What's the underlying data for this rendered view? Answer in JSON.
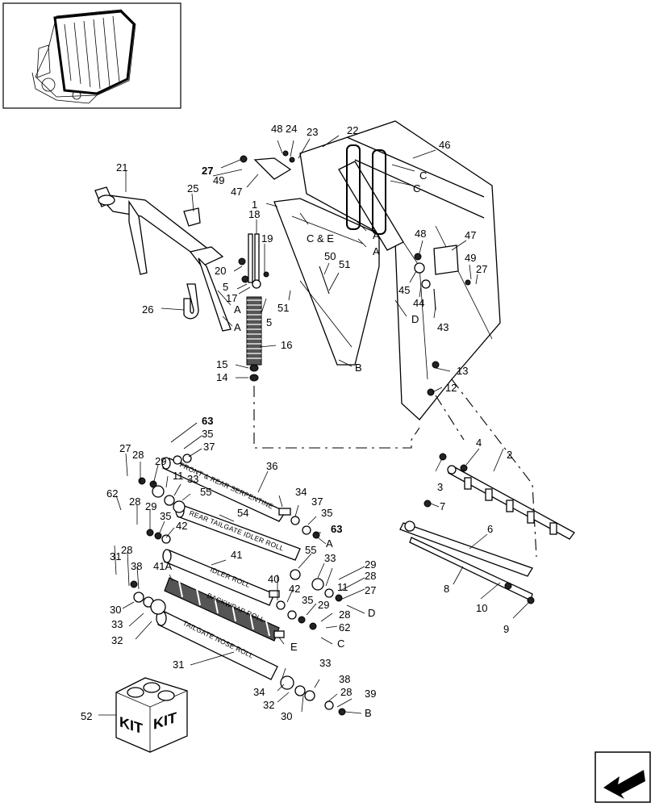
{
  "callouts": [
    {
      "id": "c1",
      "text": "1"
    },
    {
      "id": "c2",
      "text": "2"
    },
    {
      "id": "c3",
      "text": "3"
    },
    {
      "id": "c4",
      "text": "4"
    },
    {
      "id": "c5a",
      "text": "5"
    },
    {
      "id": "c5b",
      "text": "5"
    },
    {
      "id": "c6",
      "text": "6"
    },
    {
      "id": "c7",
      "text": "7"
    },
    {
      "id": "c8",
      "text": "8"
    },
    {
      "id": "c9",
      "text": "9"
    },
    {
      "id": "c10",
      "text": "10"
    },
    {
      "id": "c11a",
      "text": "11"
    },
    {
      "id": "c11b",
      "text": "11"
    },
    {
      "id": "c12",
      "text": "12"
    },
    {
      "id": "c13",
      "text": "13"
    },
    {
      "id": "c14",
      "text": "14"
    },
    {
      "id": "c15",
      "text": "15"
    },
    {
      "id": "c16",
      "text": "16"
    },
    {
      "id": "c17",
      "text": "17"
    },
    {
      "id": "c18",
      "text": "18"
    },
    {
      "id": "c19",
      "text": "19"
    },
    {
      "id": "c20",
      "text": "20"
    },
    {
      "id": "c21",
      "text": "21"
    },
    {
      "id": "c22",
      "text": "22"
    },
    {
      "id": "c23",
      "text": "23"
    },
    {
      "id": "c24",
      "text": "24"
    },
    {
      "id": "c25",
      "text": "25"
    },
    {
      "id": "c26",
      "text": "26"
    },
    {
      "id": "c27a",
      "text": "27"
    },
    {
      "id": "c27b",
      "text": "27"
    },
    {
      "id": "c27c",
      "text": "27"
    },
    {
      "id": "c27d",
      "text": "27"
    },
    {
      "id": "c28a",
      "text": "28"
    },
    {
      "id": "c28b",
      "text": "28"
    },
    {
      "id": "c28c",
      "text": "28"
    },
    {
      "id": "c28d",
      "text": "28"
    },
    {
      "id": "c28e",
      "text": "28"
    },
    {
      "id": "c28f",
      "text": "28"
    },
    {
      "id": "c29a",
      "text": "29"
    },
    {
      "id": "c29b",
      "text": "29"
    },
    {
      "id": "c29c",
      "text": "29"
    },
    {
      "id": "c29d",
      "text": "29"
    },
    {
      "id": "c30a",
      "text": "30"
    },
    {
      "id": "c30b",
      "text": "30"
    },
    {
      "id": "c31a",
      "text": "31"
    },
    {
      "id": "c31b",
      "text": "31"
    },
    {
      "id": "c32a",
      "text": "32"
    },
    {
      "id": "c32b",
      "text": "32"
    },
    {
      "id": "c33a",
      "text": "33"
    },
    {
      "id": "c33b",
      "text": "33"
    },
    {
      "id": "c33c",
      "text": "33"
    },
    {
      "id": "c33d",
      "text": "33"
    },
    {
      "id": "c34a",
      "text": "34"
    },
    {
      "id": "c34b",
      "text": "34"
    },
    {
      "id": "c35a",
      "text": "35"
    },
    {
      "id": "c35b",
      "text": "35"
    },
    {
      "id": "c35c",
      "text": "35"
    },
    {
      "id": "c35d",
      "text": "35"
    },
    {
      "id": "c36",
      "text": "36"
    },
    {
      "id": "c37a",
      "text": "37"
    },
    {
      "id": "c37b",
      "text": "37"
    },
    {
      "id": "c38a",
      "text": "38"
    },
    {
      "id": "c38b",
      "text": "38"
    },
    {
      "id": "c39",
      "text": "39"
    },
    {
      "id": "c40",
      "text": "40"
    },
    {
      "id": "c41",
      "text": "41"
    },
    {
      "id": "c41A",
      "text": "41A"
    },
    {
      "id": "c42a",
      "text": "42"
    },
    {
      "id": "c42b",
      "text": "42"
    },
    {
      "id": "c43",
      "text": "43"
    },
    {
      "id": "c44",
      "text": "44"
    },
    {
      "id": "c45",
      "text": "45"
    },
    {
      "id": "c46",
      "text": "46"
    },
    {
      "id": "c47a",
      "text": "47"
    },
    {
      "id": "c47b",
      "text": "47"
    },
    {
      "id": "c48a",
      "text": "48"
    },
    {
      "id": "c48b",
      "text": "48"
    },
    {
      "id": "c49a",
      "text": "49"
    },
    {
      "id": "c49b",
      "text": "49"
    },
    {
      "id": "c50",
      "text": "50"
    },
    {
      "id": "c51a",
      "text": "51"
    },
    {
      "id": "c51b",
      "text": "51"
    },
    {
      "id": "c52",
      "text": "52"
    },
    {
      "id": "c54",
      "text": "54"
    },
    {
      "id": "c55a",
      "text": "55"
    },
    {
      "id": "c55b",
      "text": "55"
    },
    {
      "id": "c62a",
      "text": "62"
    },
    {
      "id": "c62b",
      "text": "62"
    },
    {
      "id": "c63a",
      "text": "63"
    },
    {
      "id": "c63b",
      "text": "63"
    }
  ],
  "reference_letters": [
    {
      "id": "rA1",
      "text": "A"
    },
    {
      "id": "rA2",
      "text": "A"
    },
    {
      "id": "rA3",
      "text": "A"
    },
    {
      "id": "rA4",
      "text": "A"
    },
    {
      "id": "rA5",
      "text": "A"
    },
    {
      "id": "rB1",
      "text": "B"
    },
    {
      "id": "rB2",
      "text": "B"
    },
    {
      "id": "rC1",
      "text": "C"
    },
    {
      "id": "rC2",
      "text": "C"
    },
    {
      "id": "rC3",
      "text": "C"
    },
    {
      "id": "rCE",
      "text": "C & E"
    },
    {
      "id": "rD1",
      "text": "D"
    },
    {
      "id": "rD2",
      "text": "D"
    },
    {
      "id": "rE1",
      "text": "E"
    }
  ],
  "roll_labels": {
    "r36": "FRONT & REAR SERPENTINE",
    "r54": "REAR TAILGATE IDLER ROLL",
    "r41": "IDLER ROLL",
    "r41A": "BACKWRAP ROLL",
    "r31": "TAILGATE NOSE ROLL"
  },
  "kit": {
    "label_left": "KIT",
    "label_right": "KIT"
  }
}
